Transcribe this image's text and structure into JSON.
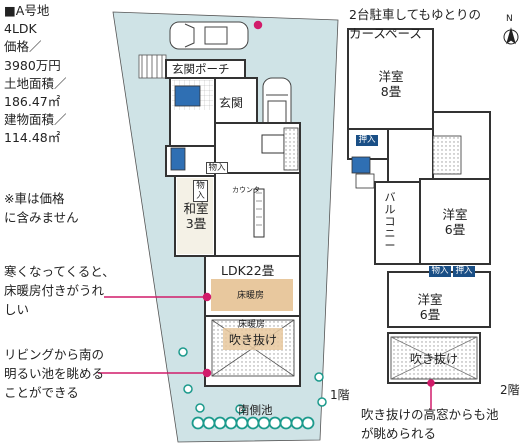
{
  "lot": {
    "title": "■A号地",
    "layout": "4LDK",
    "price_label": "価格／",
    "price": "3980万円",
    "land_area_label": "土地面積／",
    "land_area": "186.47㎡",
    "building_area_label": "建物面積／",
    "building_area": "114.48㎡"
  },
  "car_note": [
    "※車は価格",
    "に含みません"
  ],
  "parking_note": [
    "2台駐車してもゆとりの",
    "カースペース"
  ],
  "heating_note": [
    "寒くなってくると、",
    "床暖房付きがうれ",
    "しい"
  ],
  "pond_view_note": [
    "リビングから南の",
    "明るい池を眺める",
    "ことができる"
  ],
  "atrium_window_note": [
    "吹き抜けの高窓からも池",
    "が眺められる"
  ],
  "first_floor": {
    "floor_label": "1階",
    "entrance_porch": "玄関ポーチ",
    "entrance": "玄関",
    "japanese_room": [
      "和室",
      "3畳"
    ],
    "ldk": "LDK22畳",
    "floor_heating_1": "床暖房",
    "floor_heating_2": "床暖房",
    "atrium": "吹き抜け",
    "counter": "カウンタ",
    "storage_a": "物入",
    "storage_b": "物入",
    "south_pond": "南側池"
  },
  "second_floor": {
    "floor_label": "2階",
    "western_room_1": [
      "洋室",
      "8畳"
    ],
    "western_room_2": [
      "洋室",
      "6畳"
    ],
    "western_room_3": [
      "洋室",
      "6畳"
    ],
    "balcony": "バルコニー",
    "closet_1": "押入",
    "closet_2": "押入",
    "storage": "物入",
    "atrium": "吹き抜け"
  },
  "compass": "N",
  "colors": {
    "site": "#cfe3e6",
    "wall": "#3a3a3a",
    "leader": "#d11c6a",
    "floor_heating": "#e8c89e",
    "closet_tag": "#1a4f86",
    "sink_blue": "#2f6fb3",
    "hedge": "#1c9a8c"
  }
}
